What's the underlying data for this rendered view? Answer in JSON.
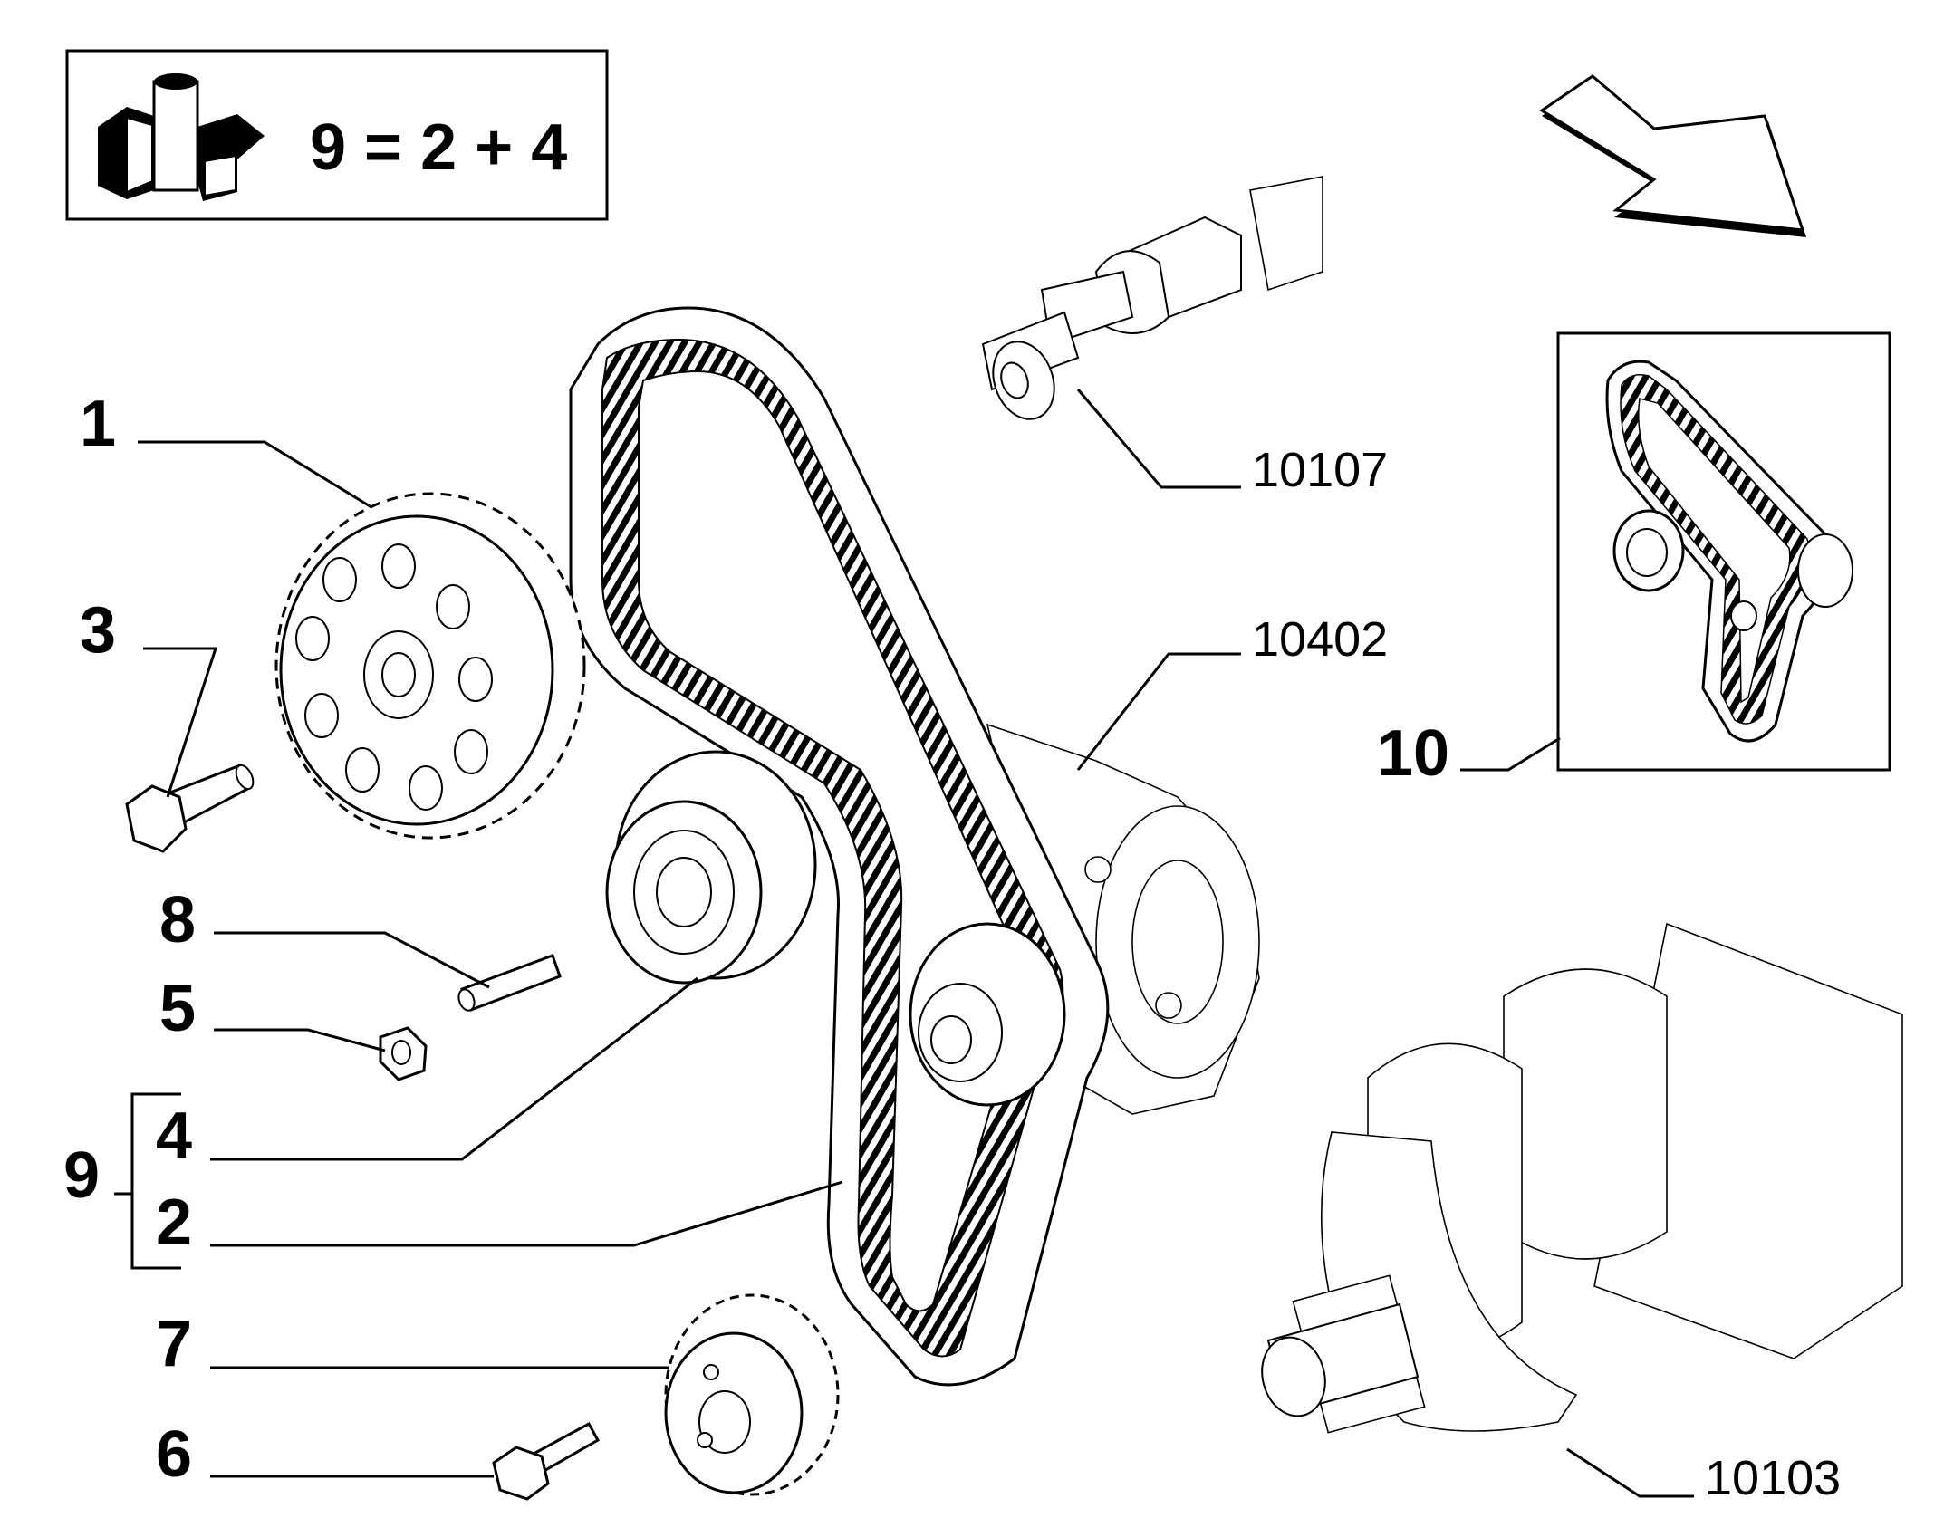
{
  "kit_box": {
    "formula": "9 = 2 + 4",
    "icon": "kit-boxes-icon"
  },
  "callouts": [
    {
      "id": "1",
      "label": "1"
    },
    {
      "id": "3",
      "label": "3"
    },
    {
      "id": "8",
      "label": "8"
    },
    {
      "id": "5",
      "label": "5"
    },
    {
      "id": "9",
      "label": "9"
    },
    {
      "id": "4",
      "label": "4"
    },
    {
      "id": "2",
      "label": "2"
    },
    {
      "id": "7",
      "label": "7"
    },
    {
      "id": "6",
      "label": "6"
    },
    {
      "id": "10",
      "label": "10"
    }
  ],
  "references": [
    {
      "id": "10107",
      "label": "10107"
    },
    {
      "id": "10402",
      "label": "10402"
    },
    {
      "id": "10103",
      "label": "10103"
    }
  ],
  "icons": [
    "direction-arrow-icon",
    "kit-boxes-icon"
  ]
}
